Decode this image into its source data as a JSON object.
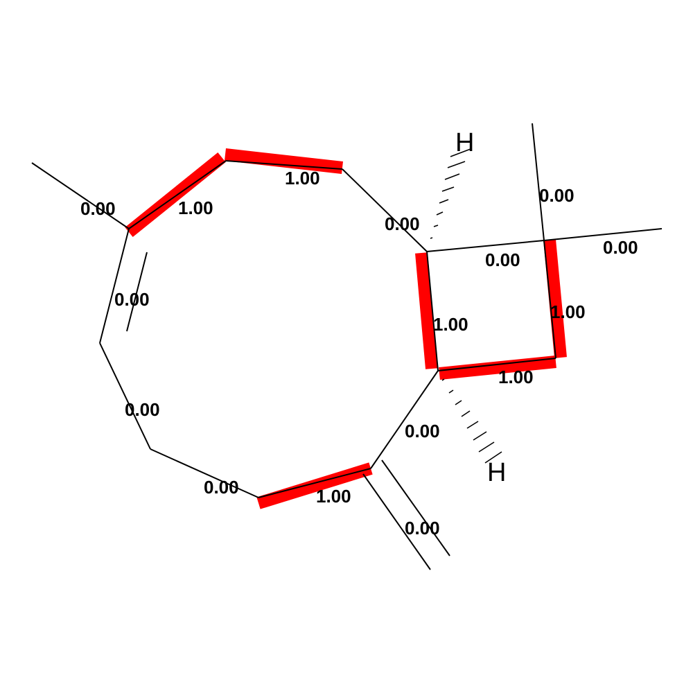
{
  "highlight_color": "#ff0000",
  "bond_color": "#000000",
  "atoms": {
    "h_top": "H",
    "h_bottom": "H"
  },
  "bond_weights": {
    "methyl_left": "0.00",
    "c_c_left_upper": "1.00",
    "c_c_top": "1.00",
    "c_c_top_right": "0.00",
    "double_left": "0.00",
    "ring4_top": "0.00",
    "methyl_ring4_up": "0.00",
    "methyl_ring4_right": "0.00",
    "ring4_left": "1.00",
    "ring4_right": "1.00",
    "ring4_bottom": "1.00",
    "c_c_lower_left": "0.00",
    "c_c_lower_right": "0.00",
    "c_c_bottom_left": "0.00",
    "c_c_bottom": "1.00",
    "exocyclic_double": "0.00"
  }
}
